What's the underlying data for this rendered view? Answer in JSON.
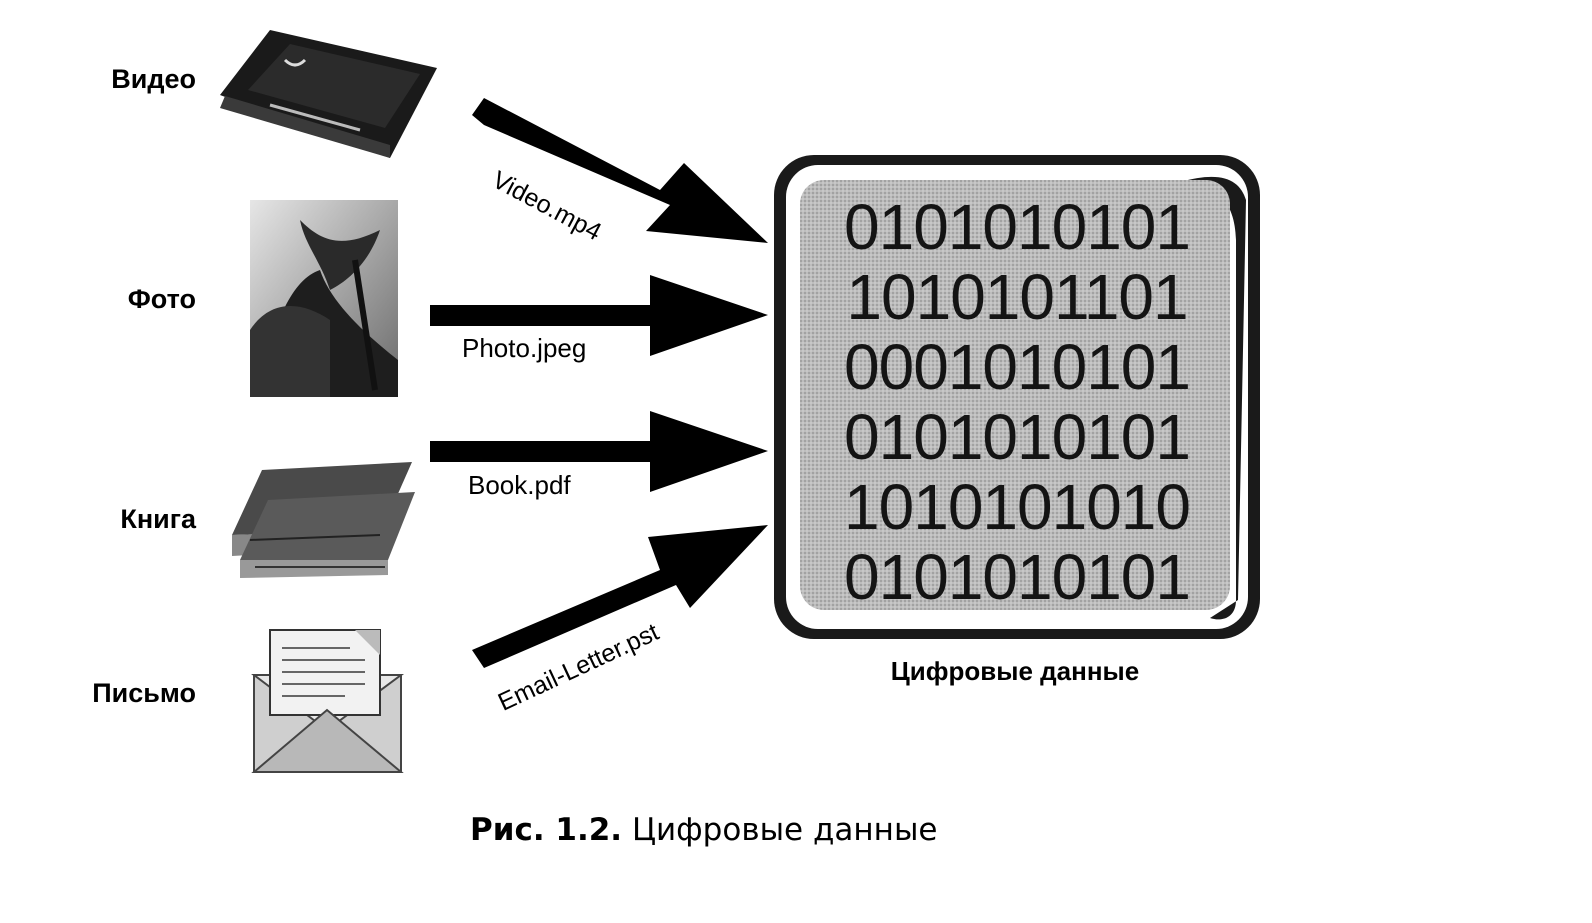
{
  "sources": [
    {
      "label": "Видео",
      "file": "Video.mp4",
      "icon": "videocassette-icon"
    },
    {
      "label": "Фото",
      "file": "Photo.jpeg",
      "icon": "photo-icon"
    },
    {
      "label": "Книга",
      "file": "Book.pdf",
      "icon": "books-icon"
    },
    {
      "label": "Письмо",
      "file": "Email-Letter.pst",
      "icon": "envelope-icon"
    }
  ],
  "digital": {
    "label": "Цифровые данные",
    "binary_rows": [
      "0101010101",
      "1010101101",
      "0001010101",
      "0101010101",
      "1010101010",
      "0101010101"
    ],
    "fill_color": "#b4b4b4",
    "frame_color": "#1a1a1a"
  },
  "caption": {
    "prefix": "Рис. 1.2.",
    "text": "Цифровые данные"
  }
}
